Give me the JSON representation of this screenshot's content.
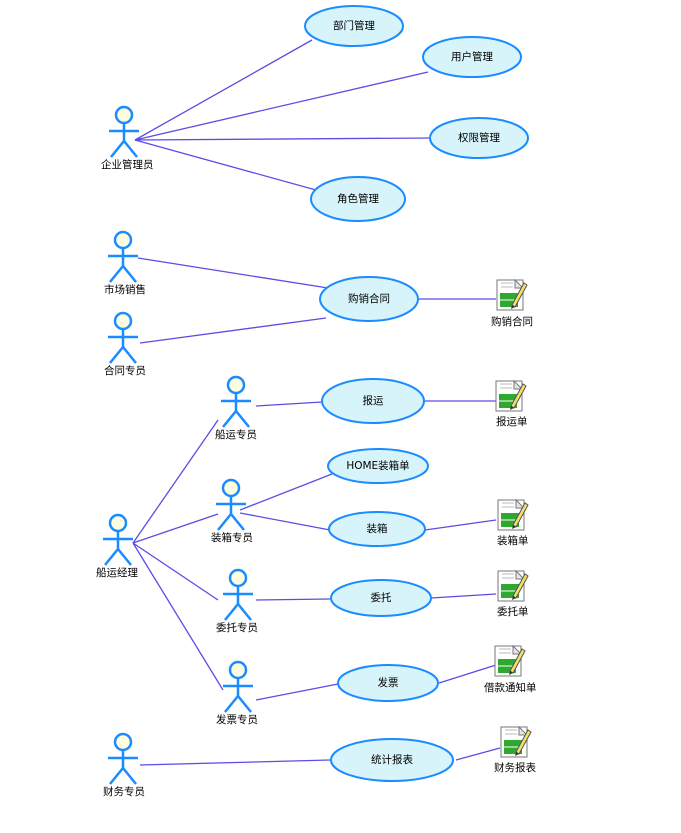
{
  "colors": {
    "line": "#5a4de6",
    "actor_stroke": "#1a8cff",
    "actor_head_fill": "#fffde0",
    "usecase_fill": "#d8f4fb",
    "usecase_stroke": "#1a8cff",
    "doc_green": "#2fa82f",
    "doc_yellow": "#f3e06a"
  },
  "actors": {
    "enterprise_admin": "企业管理员",
    "market_sales": "市场销售",
    "contract_specialist": "合同专员",
    "shipping_specialist": "船运专员",
    "packing_specialist": "装箱专员",
    "shipping_manager": "船运经理",
    "entrust_specialist": "委托专员",
    "invoice_specialist": "发票专员",
    "finance_specialist": "财务专员"
  },
  "use_cases": {
    "dept_mgmt": "部门管理",
    "user_mgmt": "用户管理",
    "perm_mgmt": "权限管理",
    "role_mgmt": "角色管理",
    "purchase_contract": "购销合同",
    "report_shipping": "报运",
    "home_packing": "HOME装箱单",
    "packing": "装箱",
    "entrust": "委托",
    "invoice": "发票",
    "stat_report": "统计报表"
  },
  "artifacts": {
    "purchase_contract": "购销合同",
    "shipping_form": "报运单",
    "packing_form": "装箱单",
    "entrust_form": "委托单",
    "payment_notice": "借款通知单",
    "finance_report": "财务报表"
  }
}
